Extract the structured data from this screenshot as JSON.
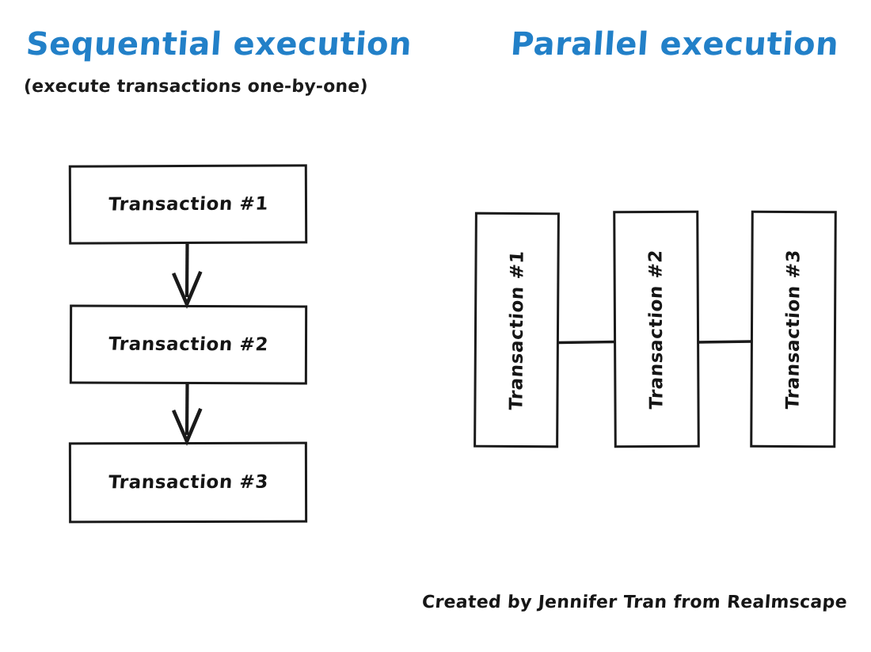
{
  "page": {
    "background_color": "#ffffff",
    "ink_color": "#1a1a1a",
    "accent_color": "#2280c8"
  },
  "sequential": {
    "title": "Sequential execution",
    "subtitle": "(execute transactions one-by-one)",
    "boxes": [
      {
        "label": "Transaction #1"
      },
      {
        "label": "Transaction #2"
      },
      {
        "label": "Transaction #3"
      }
    ],
    "arrows": [
      {
        "from": "Transaction #1",
        "to": "Transaction #2",
        "direction": "down"
      },
      {
        "from": "Transaction #2",
        "to": "Transaction #3",
        "direction": "down"
      }
    ]
  },
  "parallel": {
    "title": "Parallel execution",
    "boxes": [
      {
        "label": "Transaction #1",
        "orientation": "vertical"
      },
      {
        "label": "Transaction #2",
        "orientation": "vertical"
      },
      {
        "label": "Transaction #3",
        "orientation": "vertical"
      }
    ],
    "connectors": [
      {
        "from": "Transaction #1",
        "to": "Transaction #2",
        "direction": "horizontal"
      },
      {
        "from": "Transaction #2",
        "to": "Transaction #3",
        "direction": "horizontal"
      }
    ]
  },
  "footer": {
    "credit": "Created by Jennifer Tran from Realmscape"
  }
}
